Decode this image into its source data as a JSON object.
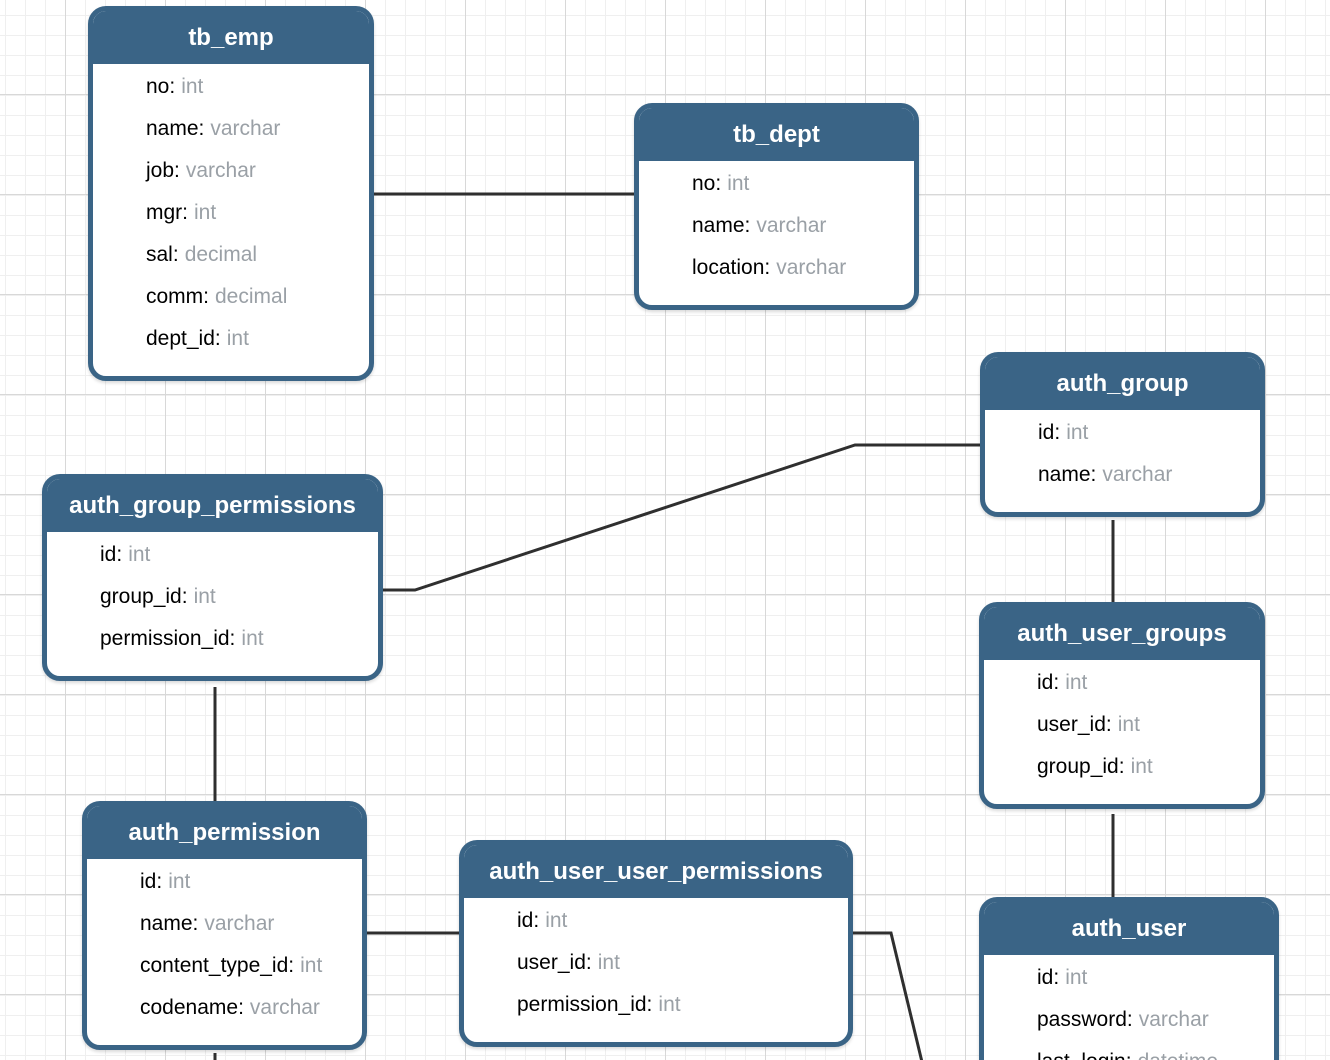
{
  "diagram": {
    "field_separator": ":",
    "tables": [
      {
        "name": "tb_emp",
        "fields": [
          {
            "name": "no",
            "type": "int"
          },
          {
            "name": "name",
            "type": "varchar"
          },
          {
            "name": "job",
            "type": "varchar"
          },
          {
            "name": "mgr",
            "type": "int"
          },
          {
            "name": "sal",
            "type": "decimal"
          },
          {
            "name": "comm",
            "type": "decimal"
          },
          {
            "name": "dept_id",
            "type": "int"
          }
        ]
      },
      {
        "name": "tb_dept",
        "fields": [
          {
            "name": "no",
            "type": "int"
          },
          {
            "name": "name",
            "type": "varchar"
          },
          {
            "name": "location",
            "type": "varchar"
          }
        ]
      },
      {
        "name": "auth_group",
        "fields": [
          {
            "name": "id",
            "type": "int"
          },
          {
            "name": "name",
            "type": "varchar"
          }
        ]
      },
      {
        "name": "auth_group_permissions",
        "fields": [
          {
            "name": "id",
            "type": "int"
          },
          {
            "name": "group_id",
            "type": "int"
          },
          {
            "name": "permission_id",
            "type": "int"
          }
        ]
      },
      {
        "name": "auth_user_groups",
        "fields": [
          {
            "name": "id",
            "type": "int"
          },
          {
            "name": "user_id",
            "type": "int"
          },
          {
            "name": "group_id",
            "type": "int"
          }
        ]
      },
      {
        "name": "auth_permission",
        "fields": [
          {
            "name": "id",
            "type": "int"
          },
          {
            "name": "name",
            "type": "varchar"
          },
          {
            "name": "content_type_id",
            "type": "int"
          },
          {
            "name": "codename",
            "type": "varchar"
          }
        ]
      },
      {
        "name": "auth_user_user_permissions",
        "fields": [
          {
            "name": "id",
            "type": "int"
          },
          {
            "name": "user_id",
            "type": "int"
          },
          {
            "name": "permission_id",
            "type": "int"
          }
        ]
      },
      {
        "name": "auth_user",
        "fields": [
          {
            "name": "id",
            "type": "int"
          },
          {
            "name": "password",
            "type": "varchar"
          },
          {
            "name": "last_login",
            "type": "datetime"
          }
        ]
      }
    ],
    "relationships": [
      {
        "from": "tb_emp",
        "to": "tb_dept"
      },
      {
        "from": "auth_group_permissions",
        "to": "auth_group"
      },
      {
        "from": "auth_group",
        "to": "auth_user_groups"
      },
      {
        "from": "auth_user_groups",
        "to": "auth_user"
      },
      {
        "from": "auth_group_permissions",
        "to": "auth_permission"
      },
      {
        "from": "auth_permission",
        "to": "edge-of-canvas-bottom"
      },
      {
        "from": "auth_permission",
        "to": "auth_user_user_permissions"
      },
      {
        "from": "auth_user_user_permissions",
        "to": "edge-of-canvas-bottom"
      }
    ],
    "colors": {
      "table_header": "#3a6486",
      "table_border": "#3a6486",
      "header_text": "#ffffff",
      "field_name": "#000000",
      "field_type": "#9aa0a6",
      "relationship_line": "#2f2f2f",
      "grid_minor": "#efefef",
      "grid_major": "#d8d8d8",
      "background": "#ffffff"
    }
  }
}
